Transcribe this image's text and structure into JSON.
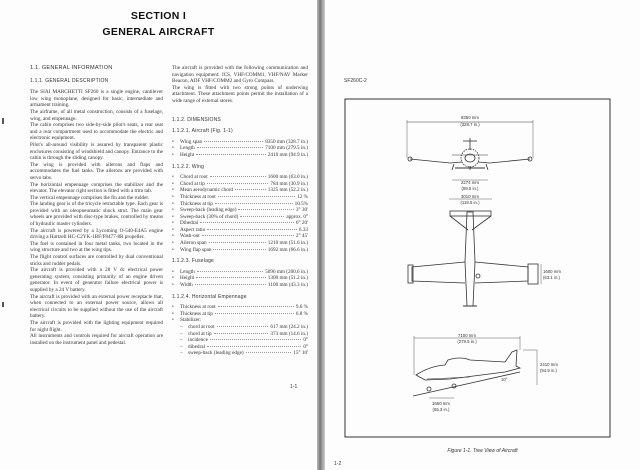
{
  "left_page": {
    "section": "SECTION I",
    "title": "GENERAL AIRCRAFT",
    "h1": "1.1.   GENERAL INFORMATION",
    "h2": "1.1.1.  GENERAL DESCRIPTION",
    "paragraphs": [
      "The SIAI MARCHETTI SF260 is a single engine, cantilever low wing monoplane, designed for basic, intermediate and armament training.",
      "The airframe, of all metal construction, consists of a fuselage, wing, and empennage.",
      "The cabin comprises two side-by-side pilot's seats, a rear seat and a rear compartment used to accommodate the electric and electronic equipment.",
      "Pilot's all-around visibility is assured by transparent plastic enclosures consisting of windshield and canopy. Entrance to the cabin is through the sliding canopy.",
      "The wing is provided with ailerons and flaps and accommodates the fuel tanks. The ailerons are provided with servo tabs.",
      "The horizontal empennage comprises the stabilizer and the elevator. The elevator right section is fitted with a trim tab.",
      "The vertical empennage comprises the fin and the rudder.",
      "The landing gear is of the tricycle retractable type. Each gear is provided with an oleopneumatic shock strut. The main gear wheels are provided with disc-type brakes, controlled by means of hydraulic master cylinders.",
      "The aircraft is powered by a Lycoming O-540-E4A5 engine driving a Hartzell HC-C2YK-1BF/F8477-8R propeller.",
      "The fuel is contained in four metal tanks, two located in the wing structure and two at the wing tips.",
      "The flight control surfaces are controlled by dual conventional sticks and rudder pedals.",
      "The aircraft is provided with a 28 V dc electrical power generating system, consisting primarily of an engine driven generator. In event of generator failure electrical power is supplied by a 24 V battery.",
      "The aircraft is provided with an external power receptacle that, when connected to an external power source, allows all electrical circuits to be supplied without the use of the aircraft battery.",
      "The aircraft is provided with the lighting equipment required for night flight.",
      "All instruments and controls required for aircraft operation are installed on the instrument panel and pedestal."
    ],
    "col2_paragraphs": [
      "The aircraft is provided with the following communication and navigation equipment: ICS, VHF/COMM1, VHF/NAV Marker Beacon, ADF VHF/COMM2 and Gyro Compass.",
      "The wing is fitted with two strong points of underwing attachment. These attachment points permit the installation of a wide range of external stores."
    ],
    "dimensions_heading": "1.1.2.  DIMENSIONS",
    "aircraft": {
      "heading": "1.1.2.1.  Aircraft (Fig. 1-1)",
      "items": [
        {
          "label": "Wing span",
          "value": "8350 mm (328.7 in.)"
        },
        {
          "label": "Length",
          "value": "7100 mm (279.5 in.)"
        },
        {
          "label": "Height",
          "value": "2410 mm (94.9 in.)"
        }
      ]
    },
    "wing": {
      "heading": "1.1.2.2.  Wing",
      "items": [
        {
          "label": "Chord at root",
          "value": "1600 mm (63.0 in.)"
        },
        {
          "label": "Chord at tip",
          "value": "784 mm (30.9 in.)"
        },
        {
          "label": "Mean aerodynamic chord",
          "value": "1325 mm (52.2 in.)"
        },
        {
          "label": "Thickness at root",
          "value": "12 %"
        },
        {
          "label": "Thickness at tip",
          "value": "10.5%"
        },
        {
          "label": "Sweep-back (leading edge)",
          "value": "3° 30'"
        },
        {
          "label": "Sweep-back (30% of chord)",
          "value": "approx. 0°"
        },
        {
          "label": "Dihedral",
          "value": "6° 20'"
        },
        {
          "label": "Aspect ratio",
          "value": "6.33"
        },
        {
          "label": "Wash-out",
          "value": "2° 45'"
        },
        {
          "label": "Aileron span",
          "value": "1210 mm (51.6 in.)"
        },
        {
          "label": "Wing flap span",
          "value": "1692 mm (66.6 in.)"
        }
      ]
    },
    "fuselage": {
      "heading": "1.1.2.3.  Fuselage",
      "items": [
        {
          "label": "Length",
          "value": "5096 mm (200.6 in.)"
        },
        {
          "label": "Height",
          "value": "1300 mm (51.2 in.)"
        },
        {
          "label": "Width",
          "value": "1100 mm (43.3 in.)"
        }
      ]
    },
    "horizontal": {
      "heading": "1.1.2.4.  Horizontal Empennage",
      "items": [
        {
          "label": "Thickness at root",
          "value": "9.6 %"
        },
        {
          "label": "Thickness at tip",
          "value": "6.8 %"
        },
        {
          "label": "Stabilizer:",
          "value": ""
        }
      ],
      "stabilizer": [
        {
          "label": "chord at root",
          "value": "617 mm (24.2 in.)"
        },
        {
          "label": "chord at tip",
          "value": "373 mm (14.6 in.)"
        },
        {
          "label": "incidence",
          "value": "0°"
        },
        {
          "label": "dihedral",
          "value": "0°"
        },
        {
          "label": "sweep-back (leading edge)",
          "value": "15° 10'"
        }
      ]
    },
    "page_number": "1-1"
  },
  "right_page": {
    "doc_code": "SF260C-2",
    "labels": {
      "span_mm": "8350 mm",
      "span_in": "(328.7 in.)",
      "track_mm": "2274 mm",
      "track_in": "(89.5 in.)",
      "stab_mm": "3010 mm",
      "stab_in": "(118.5 in.)",
      "root_mm": "1600 mm",
      "root_in": "(63.1 in.)",
      "len_mm": "7100 mm",
      "len_in": "(279.5 in.)",
      "ht_mm": "2410 mm",
      "ht_in": "(94.9 in.)",
      "wb_mm": "1660 mm",
      "wb_in": "(65.3 in.)",
      "angle": "10°"
    },
    "caption": "Figure 1-1.  Tree View of Aircraft",
    "page_number": "1-2"
  }
}
